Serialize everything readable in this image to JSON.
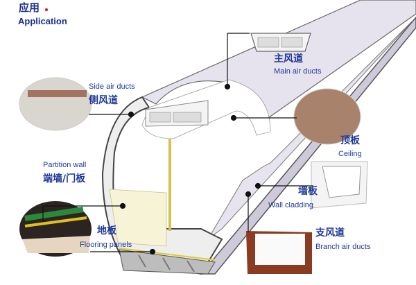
{
  "header": {
    "title_cn": "应用",
    "title_en": "Application",
    "accent_dot_color": "#e0141e"
  },
  "labels": {
    "main_air_ducts": {
      "cn": "主风道",
      "en": "Main air ducts"
    },
    "side_air_ducts": {
      "cn": "侧风道",
      "en": "Side air ducts"
    },
    "ceiling": {
      "cn": "顶板",
      "en": "Ceiling"
    },
    "partition_wall": {
      "cn": "端墙/门板",
      "en": "Partition wall"
    },
    "wall_cladding": {
      "cn": "墙板",
      "en": "Wall cladding"
    },
    "flooring_panels": {
      "cn": "地板",
      "en": "Flooring panels"
    },
    "branch_air_ducts": {
      "cn": "支风道",
      "en": "Branch air ducts"
    }
  },
  "colors": {
    "label_text": "#1f3a9a",
    "tube_shell": "#e4e0ec",
    "tube_edge": "#555555",
    "partition": "#f7f3d6",
    "pillar": "#d8c24a"
  }
}
